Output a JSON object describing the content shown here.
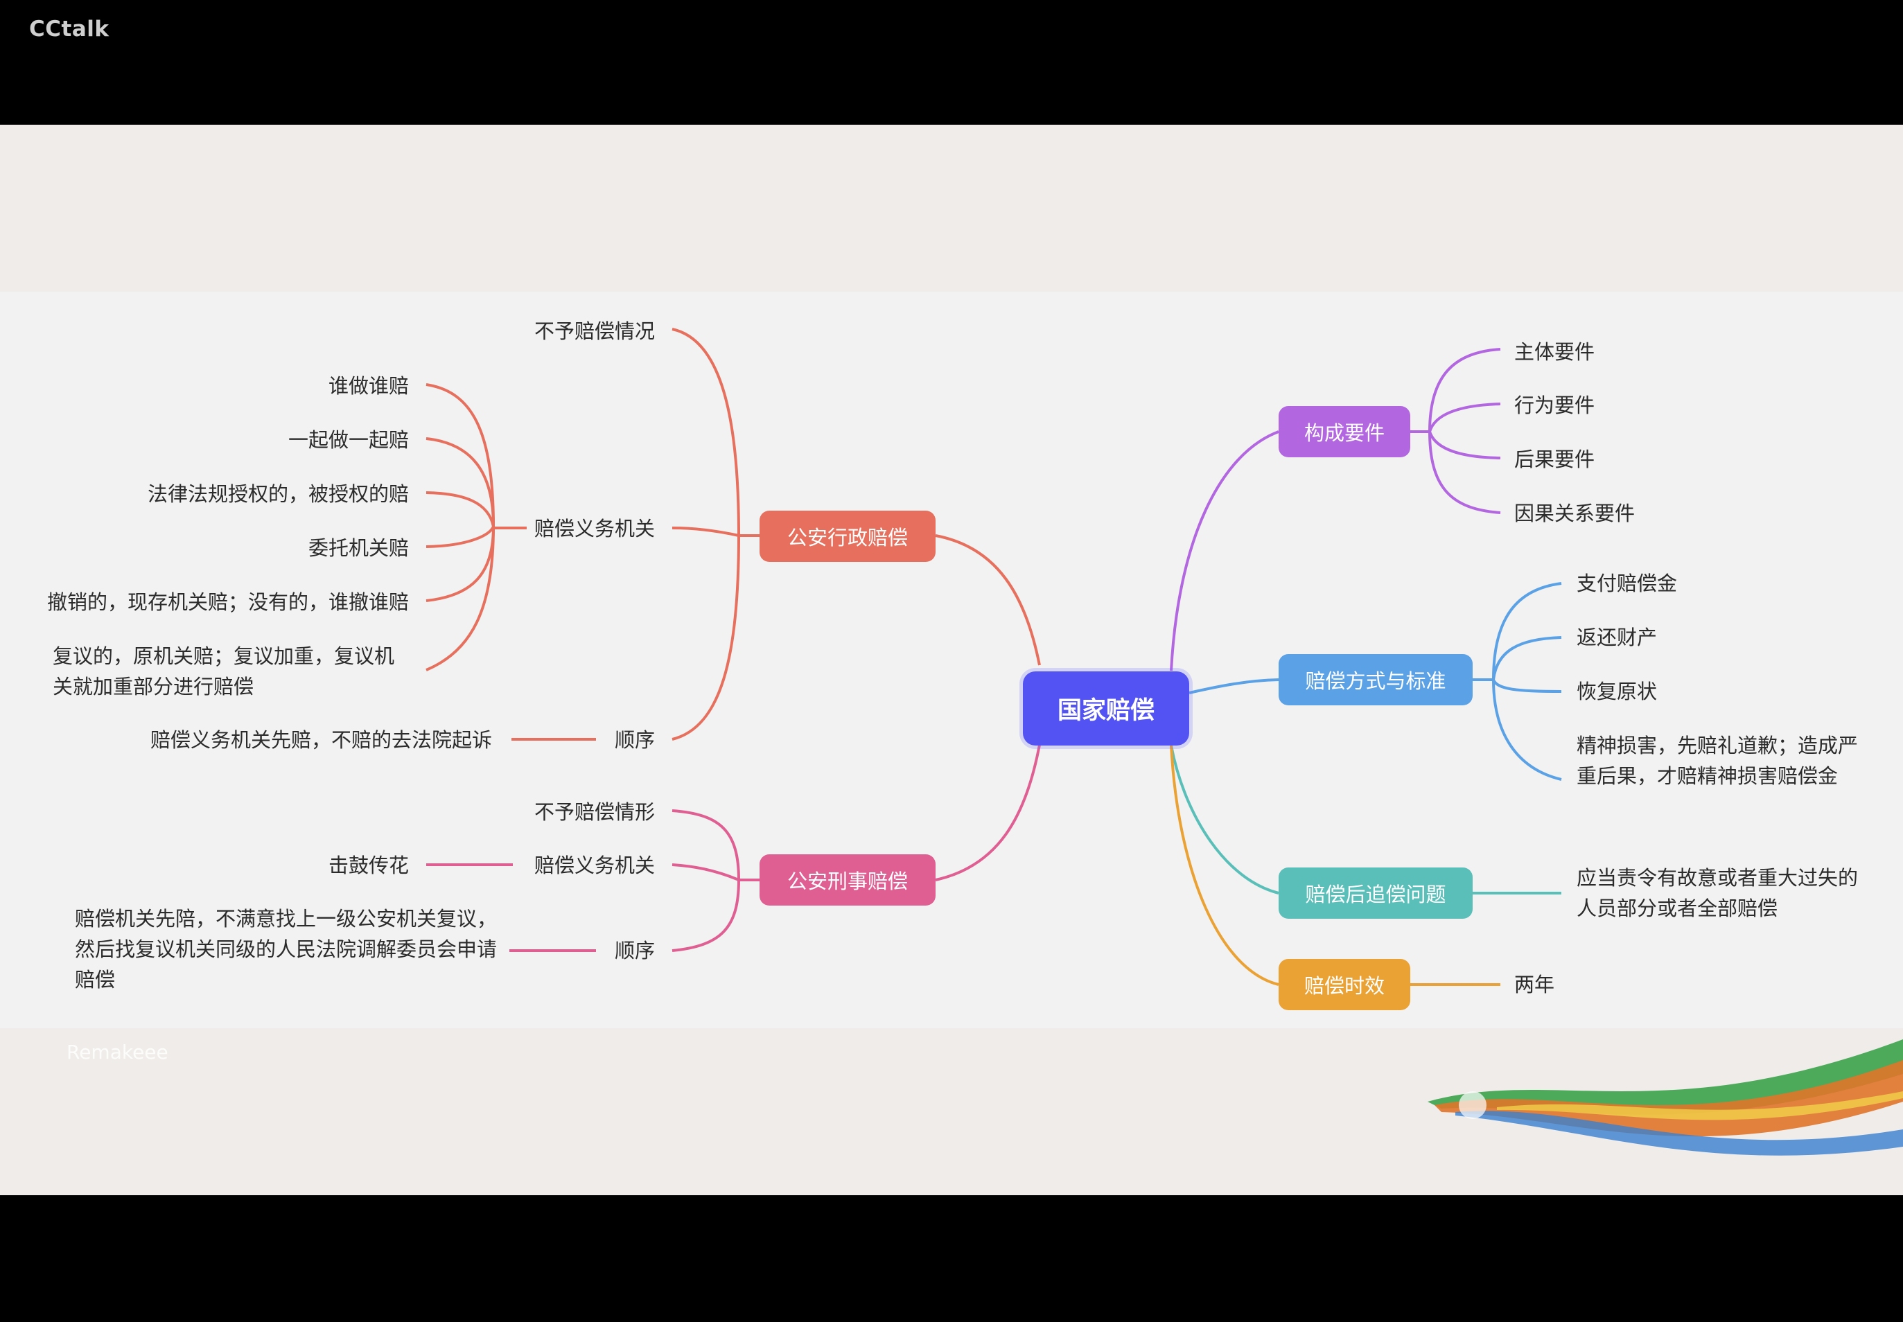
{
  "app": {
    "title": "CCtalk",
    "watermark": "Remakeee"
  },
  "colors": {
    "center": "#5253f2",
    "gongan_xingzheng": "#e6705d",
    "gongan_xingshi": "#e05f93",
    "goucheng": "#b266e0",
    "fangshi": "#5aa1e6",
    "zhuichang": "#59bfb8",
    "shixiao": "#eaa235"
  },
  "mindmap": {
    "center": "国家赔偿",
    "left": [
      {
        "label": "公安行政赔偿",
        "children": [
          {
            "label": "不予赔偿情况"
          },
          {
            "label": "赔偿义务机关",
            "children": [
              "谁做谁赔",
              "一起做一起赔",
              "法律法规授权的，被授权的赔",
              "委托机关赔",
              "撤销的，现存机关赔；没有的，谁撤谁赔",
              "复议的，原机关赔；复议加重，复议机关就加重部分进行赔偿"
            ]
          },
          {
            "label": "顺序",
            "children": [
              "赔偿义务机关先赔，不赔的去法院起诉"
            ]
          }
        ]
      },
      {
        "label": "公安刑事赔偿",
        "children": [
          {
            "label": "不予赔偿情形"
          },
          {
            "label": "赔偿义务机关",
            "children": [
              "击鼓传花"
            ]
          },
          {
            "label": "顺序",
            "children": [
              "赔偿机关先陪，不满意找上一级公安机关复议，然后找复议机关同级的人民法院调解委员会申请赔偿"
            ]
          }
        ]
      }
    ],
    "right": [
      {
        "label": "构成要件",
        "children": [
          "主体要件",
          "行为要件",
          "后果要件",
          "因果关系要件"
        ]
      },
      {
        "label": "赔偿方式与标准",
        "children": [
          "支付赔偿金",
          "返还财产",
          "恢复原状",
          "精神损害，先赔礼道歉；造成严重后果，才赔精神损害赔偿金"
        ]
      },
      {
        "label": "赔偿后追偿问题",
        "children": [
          "应当责令有故意或者重大过失的人员部分或者全部赔偿"
        ]
      },
      {
        "label": "赔偿时效",
        "children": [
          "两年"
        ]
      }
    ]
  }
}
